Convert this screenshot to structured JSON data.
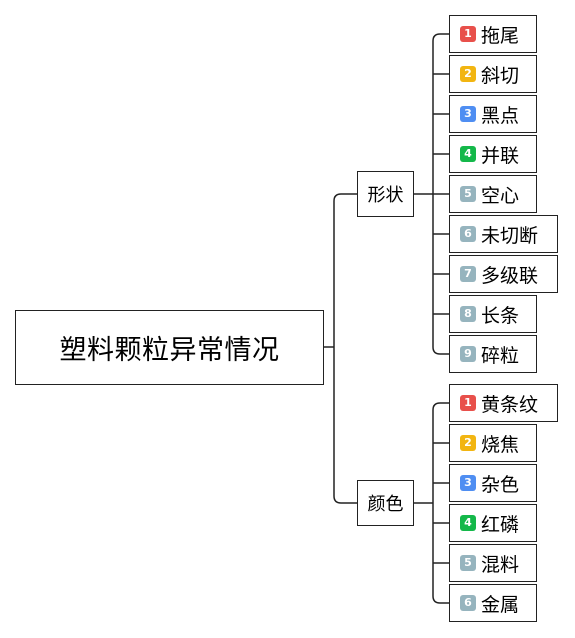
{
  "root": {
    "label": "塑料颗粒异常情况"
  },
  "badge_colors": {
    "1": "#e8504b",
    "2": "#f2b511",
    "3": "#4f8ef2",
    "4": "#14b84a",
    "5": "#96b4be",
    "6": "#96b4be",
    "7": "#96b4be",
    "8": "#96b4be",
    "9": "#96b4be"
  },
  "branches": [
    {
      "label": "形状",
      "items": [
        {
          "n": "1",
          "label": "拖尾"
        },
        {
          "n": "2",
          "label": "斜切"
        },
        {
          "n": "3",
          "label": "黑点"
        },
        {
          "n": "4",
          "label": "并联"
        },
        {
          "n": "5",
          "label": "空心"
        },
        {
          "n": "6",
          "label": "未切断"
        },
        {
          "n": "7",
          "label": "多级联"
        },
        {
          "n": "8",
          "label": "长条"
        },
        {
          "n": "9",
          "label": "碎粒"
        }
      ]
    },
    {
      "label": "颜色",
      "items": [
        {
          "n": "1",
          "label": "黄条纹"
        },
        {
          "n": "2",
          "label": "烧焦"
        },
        {
          "n": "3",
          "label": "杂色"
        },
        {
          "n": "4",
          "label": "红磷"
        },
        {
          "n": "5",
          "label": "混料"
        },
        {
          "n": "6",
          "label": "金属"
        }
      ]
    }
  ]
}
